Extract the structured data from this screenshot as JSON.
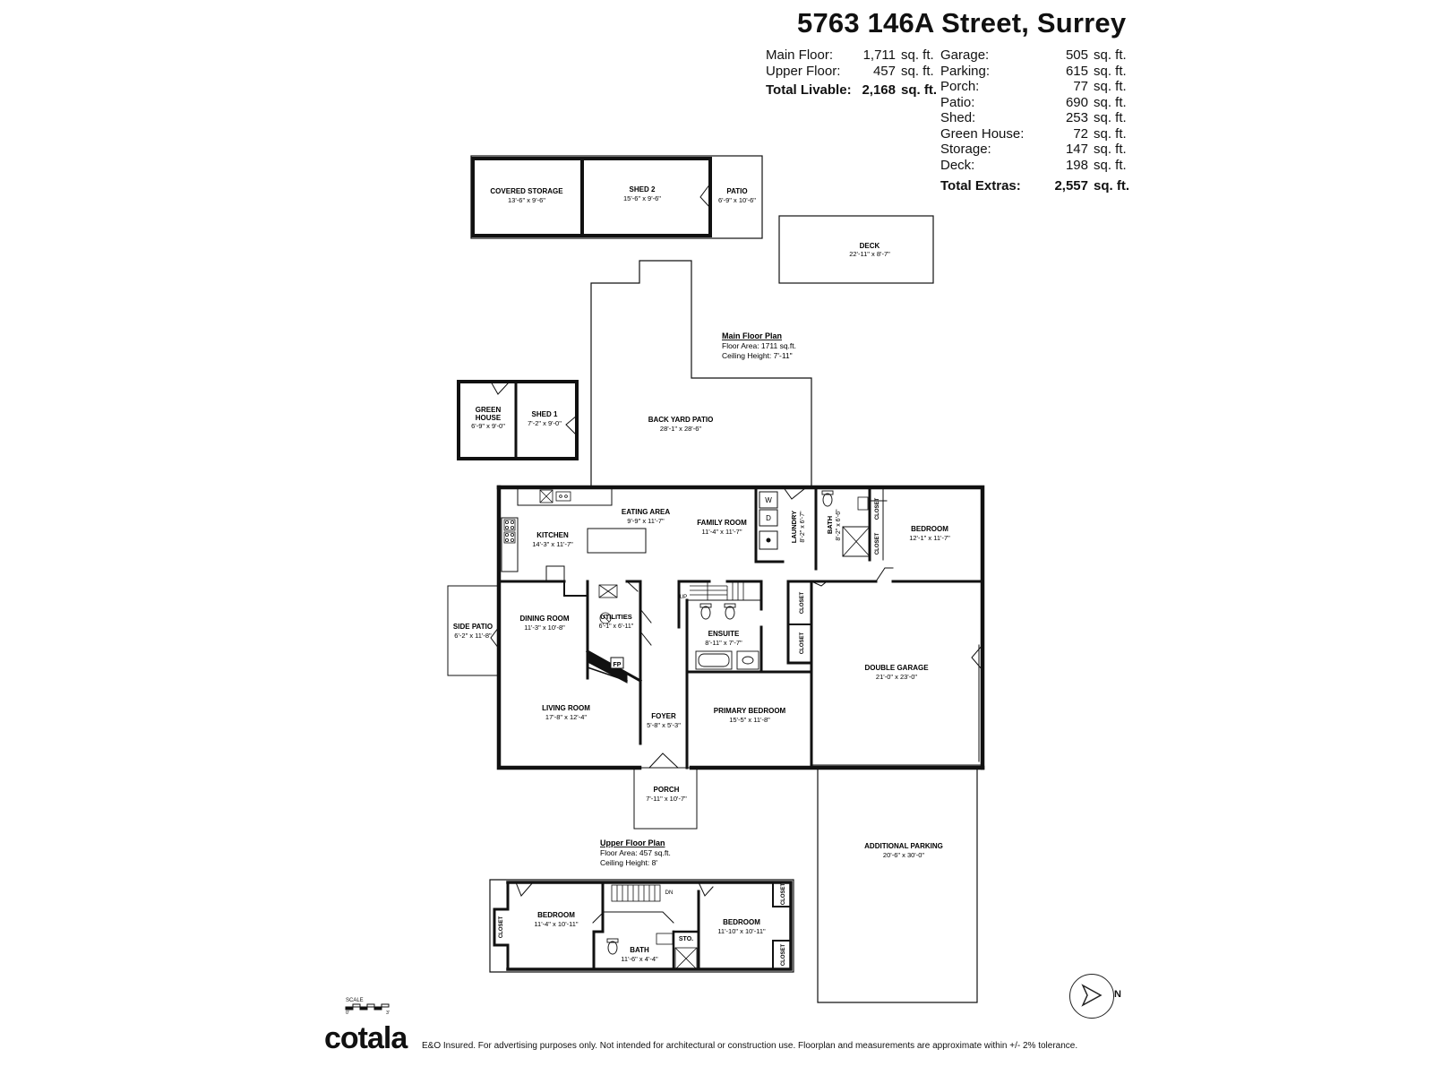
{
  "header": {
    "title": "5763 146A Street, Surrey"
  },
  "areas_left": [
    {
      "label": "Main Floor:",
      "value": "1,711",
      "unit": "sq. ft."
    },
    {
      "label": "Upper Floor:",
      "value": "457",
      "unit": "sq. ft."
    },
    {
      "label": "Total Livable:",
      "value": "2,168",
      "unit": "sq. ft.",
      "bold": true
    }
  ],
  "areas_right": [
    {
      "label": "Garage:",
      "value": "505",
      "unit": "sq. ft."
    },
    {
      "label": "Parking:",
      "value": "615",
      "unit": "sq. ft."
    },
    {
      "label": "Porch:",
      "value": "77",
      "unit": "sq. ft."
    },
    {
      "label": "Patio:",
      "value": "690",
      "unit": "sq. ft."
    },
    {
      "label": "Shed:",
      "value": "253",
      "unit": "sq. ft."
    },
    {
      "label": "Green House:",
      "value": "72",
      "unit": "sq. ft."
    },
    {
      "label": "Storage:",
      "value": "147",
      "unit": "sq. ft."
    },
    {
      "label": "Deck:",
      "value": "198",
      "unit": "sq. ft."
    },
    {
      "label": "Total Extras:",
      "value": "2,557",
      "unit": "sq. ft.",
      "bold": true
    }
  ],
  "floors": {
    "main": {
      "title": "Main Floor Plan",
      "area": "Floor Area: 1711 sq.ft.",
      "ceiling": "Ceiling Height: 7'-11\""
    },
    "upper": {
      "title": "Upper Floor Plan",
      "area": "Floor Area: 457 sq.ft.",
      "ceiling": "Ceiling Height: 8'"
    }
  },
  "rooms": {
    "covered_storage": {
      "name": "COVERED STORAGE",
      "dim": "13'-6\" x 9'-6\""
    },
    "shed2": {
      "name": "SHED 2",
      "dim": "15'-6\" x 9'-6\""
    },
    "patio": {
      "name": "PATIO",
      "dim": "6'-9\" x 10'-6\""
    },
    "deck": {
      "name": "DECK",
      "dim": "22'-11\" x 8'-7\""
    },
    "green_house": {
      "name1": "GREEN",
      "name2": "HOUSE",
      "dim": "6'-9\" x 9'-0\""
    },
    "shed1": {
      "name": "SHED 1",
      "dim": "7'-2\" x 9'-0\""
    },
    "back_yard_patio": {
      "name": "BACK YARD PATIO",
      "dim": "28'-1\" x 28'-6\""
    },
    "eating_area": {
      "name": "EATING AREA",
      "dim": "9'-9\" x 11'-7\""
    },
    "kitchen": {
      "name": "KITCHEN",
      "dim": "14'-3\" x 11'-7\""
    },
    "family_room": {
      "name": "FAMILY ROOM",
      "dim": "11'-4\" x 11'-7\""
    },
    "laundry": {
      "name": "LAUNDRY",
      "dim": "8'-2\" x 6'-7\""
    },
    "bath_main": {
      "name": "BATH",
      "dim": "8'-2\" x 6'-6\""
    },
    "bedroom_main": {
      "name": "BEDROOM",
      "dim": "12'-1\" x 11'-7\""
    },
    "side_patio": {
      "name": "SIDE PATIO",
      "dim": "6'-2\" x 11'-8\""
    },
    "dining_room": {
      "name": "DINING ROOM",
      "dim": "11'-3\" x 10'-8\""
    },
    "utilities": {
      "name": "UTILITIES",
      "dim": "6'-1\" x 6'-11\""
    },
    "ensuite": {
      "name": "ENSUITE",
      "dim": "8'-11\" x 7'-7\""
    },
    "double_garage": {
      "name": "DOUBLE GARAGE",
      "dim": "21'-0\" x 23'-0\""
    },
    "living_room": {
      "name": "LIVING ROOM",
      "dim": "17'-8\" x 12'-4\""
    },
    "foyer": {
      "name": "FOYER",
      "dim": "5'-8\" x 5'-3\""
    },
    "primary_bedroom": {
      "name": "PRIMARY BEDROOM",
      "dim": "15'-5\" x 11'-8\""
    },
    "porch": {
      "name": "PORCH",
      "dim": "7'-11\" x 10'-7\""
    },
    "additional_parking": {
      "name": "ADDITIONAL PARKING",
      "dim": "20'-6\" x 30'-0\""
    },
    "bedroom_up_left": {
      "name": "BEDROOM",
      "dim": "11'-4\" x 10'-11\""
    },
    "bedroom_up_right": {
      "name": "BEDROOM",
      "dim": "11'-10\" x 10'-11\""
    },
    "bath_up": {
      "name": "BATH",
      "dim": "11'-6\" x 4'-4\""
    }
  },
  "fixtures": {
    "closet": "CLOSET",
    "storage": "STO.",
    "fireplace": "FP",
    "washer": "W",
    "dryer": "D",
    "stair_up": "UP",
    "stair_down": "DN"
  },
  "footer": {
    "brand": "cotala",
    "disclaimer": "E&O Insured. For advertising purposes only. Not intended for architectural or construction use. Floorplan and measurements are approximate within +/- 2% tolerance.",
    "scale_label": "SCALE",
    "scale_start": "0'",
    "scale_end": "3'",
    "north": "N"
  },
  "icons": [
    "compass-icon",
    "door-swing-icon",
    "stairs-icon",
    "toilet-icon",
    "sink-icon",
    "stove-icon",
    "bathtub-icon",
    "shower-icon"
  ]
}
